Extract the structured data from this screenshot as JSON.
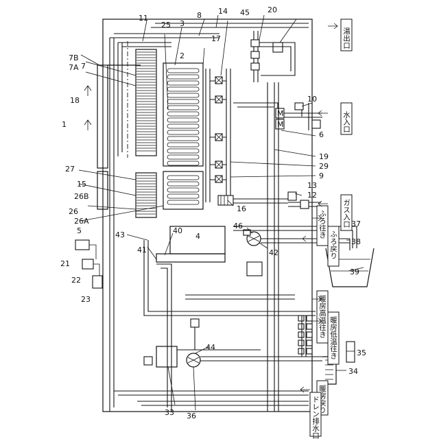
{
  "ref_numbers": {
    "n1": "1",
    "n2": "2",
    "n3": "3",
    "n4": "4",
    "n5": "5",
    "n6": "6",
    "n7": "7",
    "n7A": "7A",
    "n7B": "7B",
    "n8": "8",
    "n9": "9",
    "n10": "10",
    "n11": "11",
    "n12": "12",
    "n13": "13",
    "n14": "14",
    "n15": "15",
    "n16": "16",
    "n17": "17",
    "n18": "18",
    "n19": "19",
    "n20": "20",
    "n21": "21",
    "n22": "22",
    "n23": "23",
    "n25": "25",
    "n26": "26",
    "n26A": "26A",
    "n26B": "26B",
    "n27": "27",
    "n29": "29",
    "n33": "33",
    "n34": "34",
    "n35": "35",
    "n36": "36",
    "n37": "37",
    "n38": "38",
    "n39": "39",
    "n40": "40",
    "n41": "41",
    "n42": "42",
    "n43": "43",
    "n44": "44",
    "n45": "45",
    "n46": "46"
  },
  "ports": {
    "hot_water_out": "湯出口",
    "water_in": "水入口",
    "gas_in": "ガス入口",
    "bath_out": "ふろ往き",
    "bath_return": "ふろ戻り",
    "heating_high_out": "暖房高温往き",
    "heating_low_out": "暖房低温往き",
    "heating_return": "暖房戻り",
    "drain_outlet": "ドレン排水口"
  },
  "burner_marks": {
    "motor_m": "M"
  }
}
